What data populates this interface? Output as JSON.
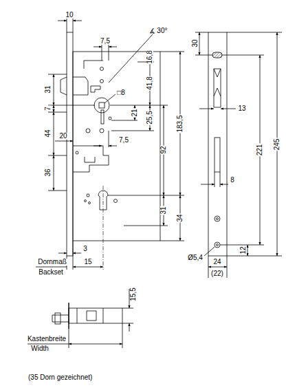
{
  "diagram": {
    "caption": "(35 Dorn gezeichnet)",
    "labels": [
      "10",
      "7,5",
      "∡ 30°",
      "16,8",
      "41,8",
      "□8",
      "21",
      "25,5",
      "7,5",
      "92",
      "183,5",
      "31",
      "34",
      "31",
      "7",
      "44",
      "20",
      "36",
      "3",
      "15",
      "Dornmaß",
      "Backset",
      "30",
      "13",
      "221",
      "245",
      "8",
      "12",
      "Ø5,4",
      "24",
      "(22)",
      "15,5",
      "Kastenbreite",
      "Width"
    ]
  }
}
